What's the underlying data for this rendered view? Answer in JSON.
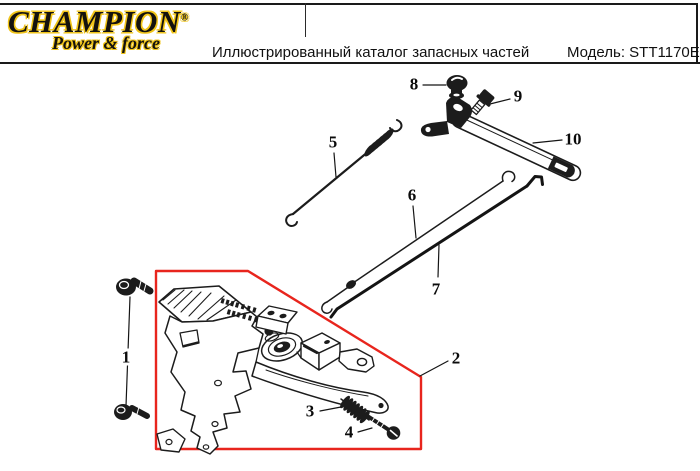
{
  "header": {
    "brand": {
      "name": "CHAMPION",
      "reg_mark": "®",
      "tagline": "Power & force",
      "text_color": "#14120e",
      "accent_color": "#f0c419"
    },
    "title": "Иллюстрированный каталог запасных частей",
    "model": "Модель: STT1170E"
  },
  "diagram": {
    "type": "exploded-parts-drawing",
    "highlight_color": "#e8251d",
    "line_color": "#1c1c1c",
    "callouts": [
      {
        "num": "1"
      },
      {
        "num": "2"
      },
      {
        "num": "3"
      },
      {
        "num": "4"
      },
      {
        "num": "5"
      },
      {
        "num": "6"
      },
      {
        "num": "7"
      },
      {
        "num": "8"
      },
      {
        "num": "9"
      },
      {
        "num": "10"
      }
    ]
  }
}
